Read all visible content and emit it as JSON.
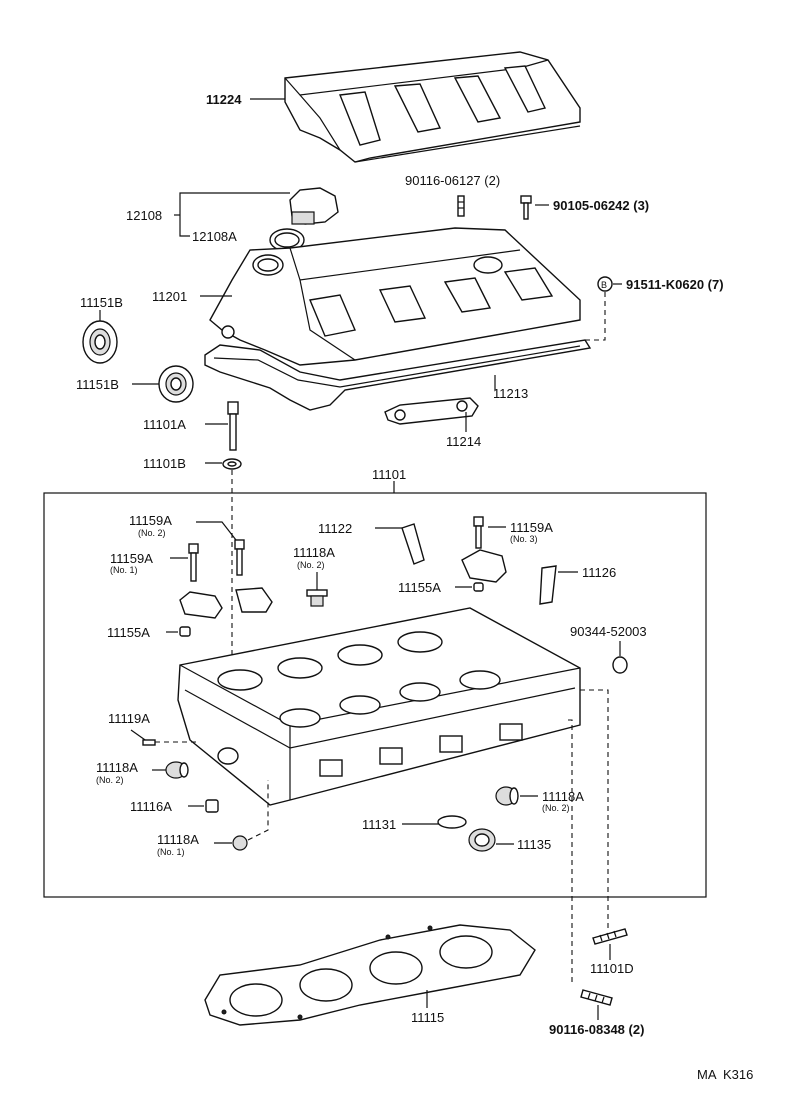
{
  "parts": {
    "p11224": "11224",
    "p90116_06127": "90116-06127 (2)",
    "p90105_06242": "90105-06242 (3)",
    "p12108": "12108",
    "p12108A": "12108A",
    "p11201": "11201",
    "p91511_K0620": "91511-K0620 (7)",
    "p91511_badge": "B",
    "p11151B_top": "11151B",
    "p11151B_bot": "11151B",
    "p11213": "11213",
    "p11101A": "11101A",
    "p11214": "11214",
    "p11101B": "11101B",
    "p11101": "11101",
    "p11159A_no2": "11159A",
    "p11159A_no2_sub": "(No. 2)",
    "p11122": "11122",
    "p11159A_no3": "11159A",
    "p11159A_no3_sub": "(No. 3)",
    "p11159A_no1": "11159A",
    "p11159A_no1_sub": "(No. 1)",
    "p11118A_no2_top": "11118A",
    "p11118A_no2_top_sub": "(No. 2)",
    "p11155A_right": "11155A",
    "p11126": "11126",
    "p11155A_left": "11155A",
    "p90344_52003": "90344-52003",
    "p11119A": "11119A",
    "p11118A_left": "11118A",
    "p11118A_left_sub": "(No. 2)",
    "p11116A": "11116A",
    "p11118A_right": "11118A",
    "p11118A_right_sub": "(No. 2)",
    "p11131": "11131",
    "p11118A_no1": "11118A",
    "p11118A_no1_sub": "(No. 1)",
    "p11135": "11135",
    "p11101D": "11101D",
    "p11115": "11115",
    "p90116_08348": "90116-08348 (2)"
  },
  "footer": {
    "code": "MA  K316"
  }
}
